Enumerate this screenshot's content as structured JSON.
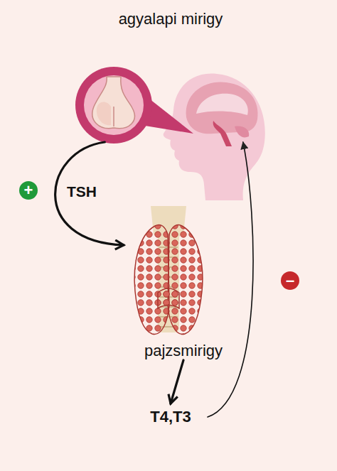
{
  "diagram": {
    "nodes": [
      {
        "text": [
          "agyalapi mirigy"
        ]
      },
      {
        "text": [
          "pajzsmirigy"
        ]
      },
      {
        "text": [
          "T4,T3"
        ]
      }
    ],
    "edges": [
      {
        "from": 0,
        "to": 1,
        "arrow": "to",
        "label": "TSH"
      },
      {
        "from": 1,
        "to": 2,
        "arrow": "to"
      },
      {
        "from": 2,
        "to": 0,
        "arrow": "to"
      }
    ],
    "labels": [
      "+",
      "–"
    ]
  }
}
